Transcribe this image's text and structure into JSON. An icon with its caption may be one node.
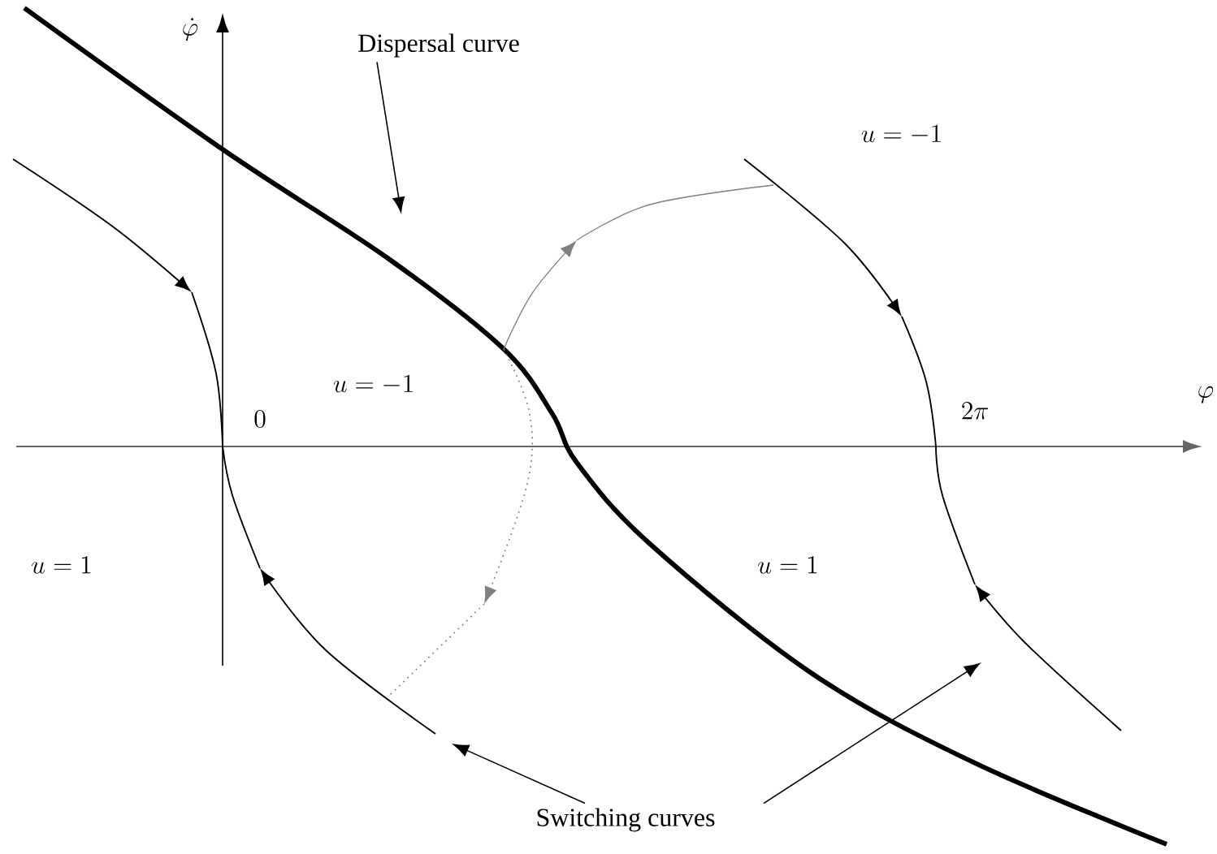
{
  "diagram": {
    "nodes": [
      {
        "text": [
          "Dispersal curve"
        ]
      },
      {
        "text": [
          "Switching curves"
        ]
      }
    ],
    "edges": [
      {
        "from": 0,
        "to": null,
        "arrow": "to"
      },
      {
        "from": 1,
        "to": null,
        "arrow": "to"
      },
      {
        "from": 1,
        "to": null,
        "arrow": "to"
      }
    ],
    "labels": [
      "\\dot{\\varphi}",
      "u=-1",
      "\\varphi",
      "u=-1",
      "0",
      "2\\pi",
      "u=1",
      "u=1"
    ]
  }
}
